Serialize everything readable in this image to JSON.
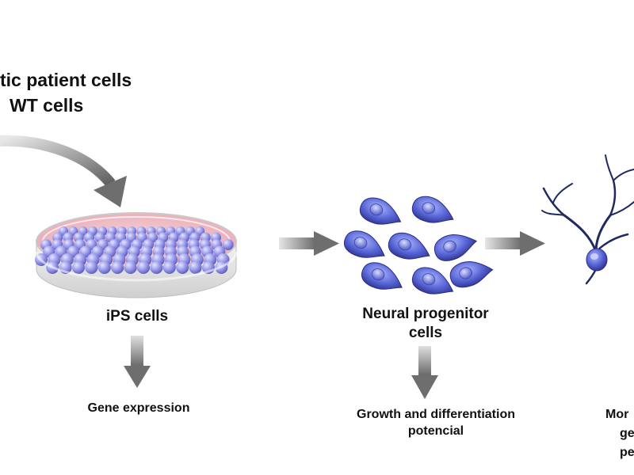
{
  "source_text": {
    "line1": "tic patient cells",
    "line2": "WT cells"
  },
  "ips": {
    "label": "iPS cells",
    "output": "Gene expression"
  },
  "npc": {
    "label_line1": "Neural progenitor",
    "label_line2": "cells",
    "output_line1": "Growth and differentiation",
    "output_line2": "potencial"
  },
  "neuron": {
    "output_line1": "Mor",
    "output_line2": "ge",
    "output_line3": "pe"
  },
  "colors": {
    "arrow": "#707070",
    "cell_fill": "#5866d6",
    "cell_dark": "#2c2f8a",
    "dish_medium": "#f2c6cc",
    "dendrite": "#1f2a60"
  }
}
